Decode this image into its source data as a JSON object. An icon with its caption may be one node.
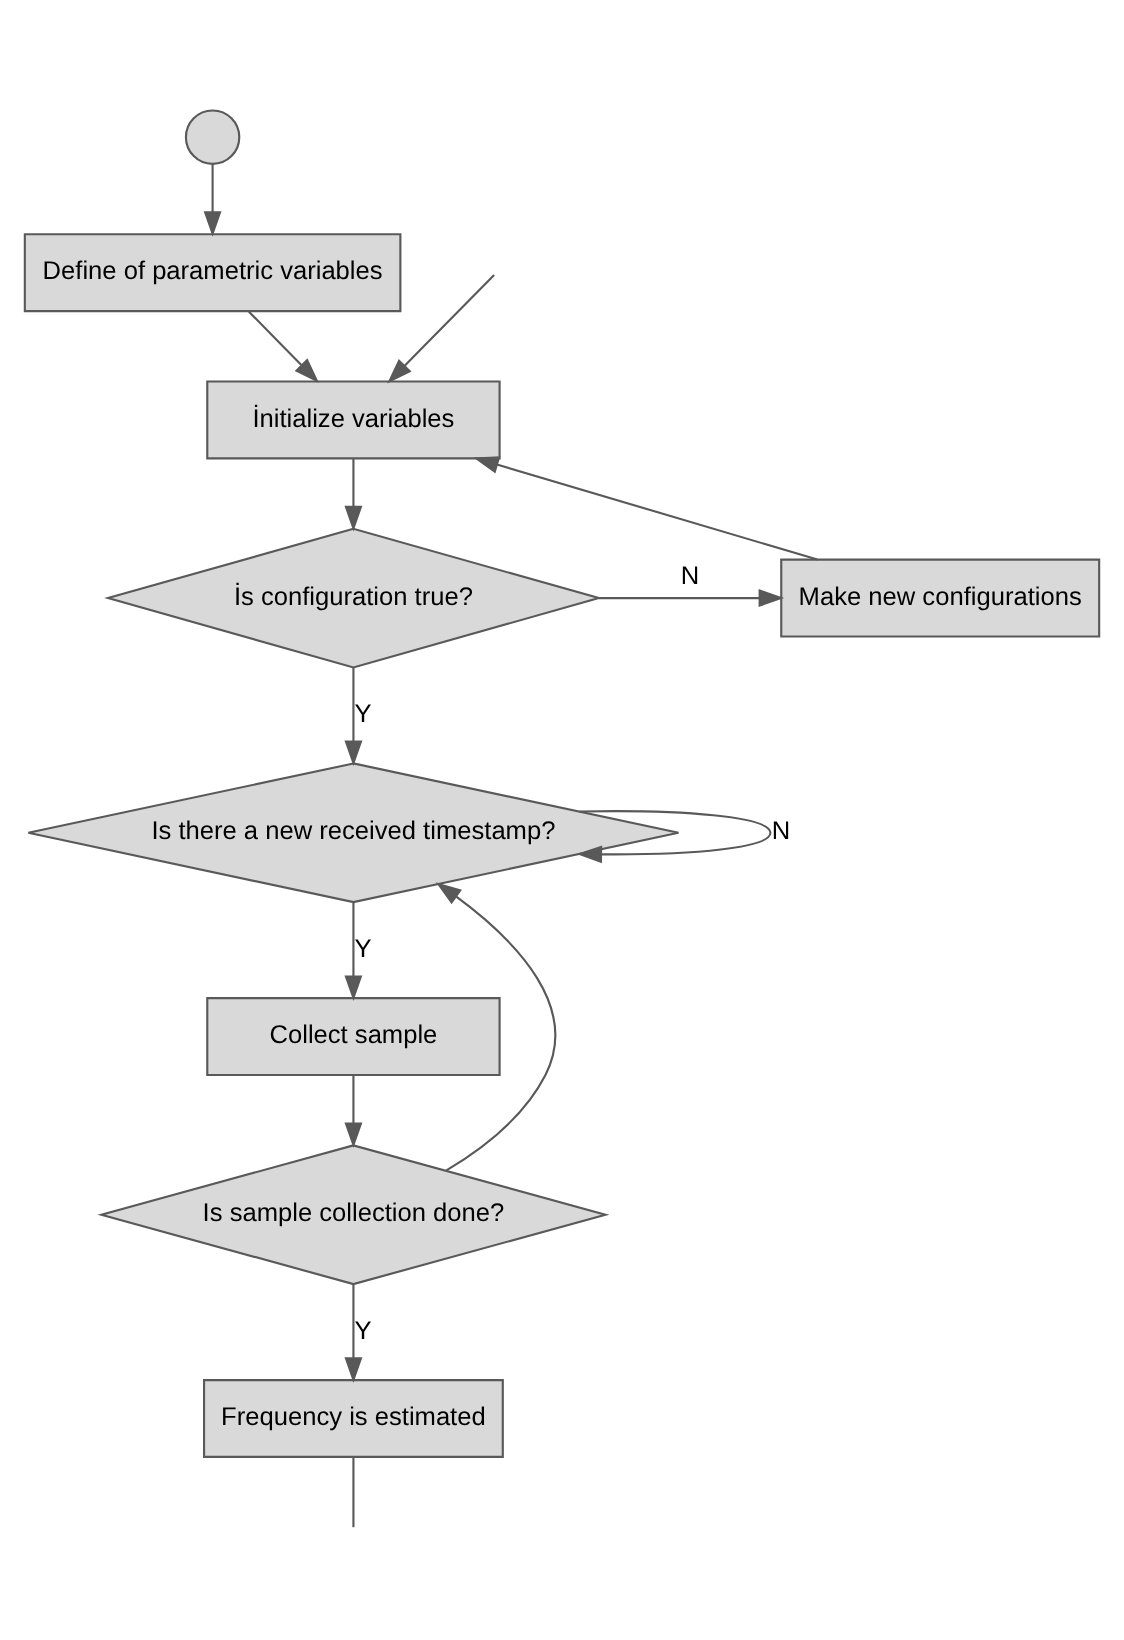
{
  "diagram": {
    "nodes": [
      {
        "text": [],
        "shape": "circle"
      },
      {
        "text": [
          "Define of parametric variables"
        ]
      },
      {
        "text": [
          "İnitialize variables"
        ]
      },
      {
        "text": [
          "İs configuration true?"
        ]
      },
      {
        "text": [
          "Make new configurations"
        ]
      },
      {
        "text": [
          "Is there a new received timestamp?"
        ]
      },
      {
        "text": [
          "Collect sample"
        ]
      },
      {
        "text": [
          "Is sample collection done?"
        ]
      },
      {
        "text": [
          "Frequency is estimated"
        ]
      }
    ],
    "edges": [
      {
        "from": 0,
        "to": 1,
        "arrow": "to"
      },
      {
        "from": 1,
        "to": 2,
        "arrow": "to"
      },
      {
        "from": 2,
        "to": 3,
        "arrow": "to"
      },
      {
        "from": 3,
        "to": 4,
        "arrow": "to",
        "label": "N"
      },
      {
        "from": 4,
        "to": 2,
        "arrow": "to"
      },
      {
        "from": 3,
        "to": 5,
        "arrow": "to",
        "label": "Y"
      },
      {
        "from": 5,
        "to": 5,
        "arrow": "to",
        "label": "N"
      },
      {
        "from": 5,
        "to": 6,
        "arrow": "to",
        "label": "Y"
      },
      {
        "from": 6,
        "to": 7,
        "arrow": "to"
      },
      {
        "from": 7,
        "to": 5,
        "arrow": "to"
      },
      {
        "from": 7,
        "to": 8,
        "arrow": "to",
        "label": "Y"
      },
      {
        "from": 8,
        "to": null,
        "arrow": "none"
      },
      {
        "from": null,
        "to": 2,
        "arrow": "to"
      }
    ]
  }
}
